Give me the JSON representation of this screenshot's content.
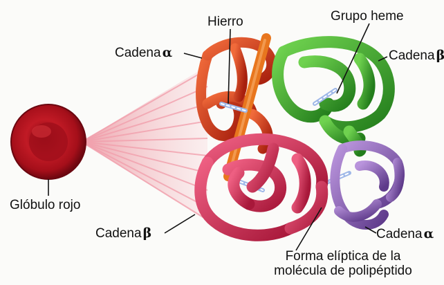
{
  "diagram": {
    "labels": {
      "hierro": "Hierro",
      "grupo_heme": "Grupo heme",
      "cadena_alpha_top": {
        "name": "Cadena",
        "symbol": "α"
      },
      "cadena_beta_top": {
        "name": "Cadena",
        "symbol": "β"
      },
      "globulo_rojo": "Glóbulo rojo",
      "cadena_beta_bottom": {
        "name": "Cadena",
        "symbol": "β"
      },
      "cadena_alpha_bottom": {
        "name": "Cadena",
        "symbol": "α"
      },
      "forma_line1": "Forma elíptica de la",
      "forma_line2": "molécula de polipéptido"
    },
    "colors": {
      "red_blood_cell": "#b0101c",
      "alpha_top": "#d9401e",
      "beta_top": "#3fae2e",
      "beta_bottom": "#d83a5a",
      "alpha_bottom": "#8b5bb0",
      "iron_rod": "#e8761e",
      "heme": "#9fb8e8",
      "rays": "#f08a9a"
    }
  }
}
